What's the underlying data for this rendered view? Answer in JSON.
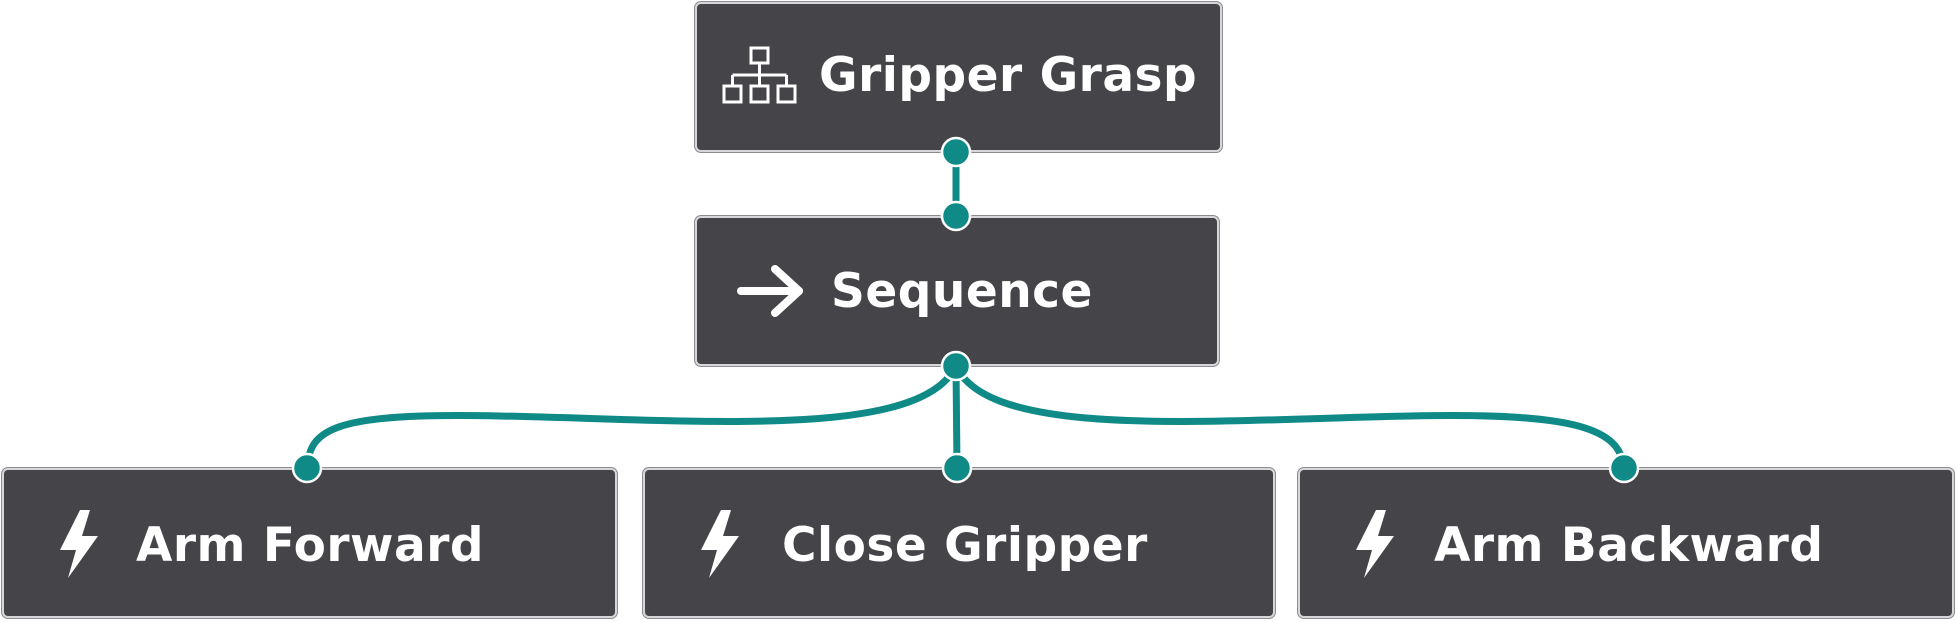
{
  "diagram": {
    "accent_color": "#0f8a86",
    "node_color": "#454549",
    "text_color": "#ffffff",
    "root": {
      "label": "Gripper Grasp",
      "icon": "tree-hierarchy-icon"
    },
    "sequence": {
      "label": "Sequence",
      "icon": "arrow-right-icon"
    },
    "children": [
      {
        "label": "Arm Forward",
        "icon": "lightning-bolt-icon"
      },
      {
        "label": "Close Gripper",
        "icon": "lightning-bolt-icon"
      },
      {
        "label": "Arm Backward",
        "icon": "lightning-bolt-icon"
      }
    ]
  }
}
